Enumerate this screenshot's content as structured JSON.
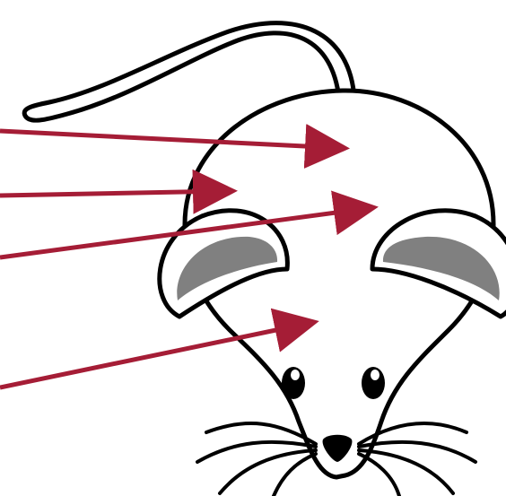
{
  "diagram": {
    "subject": "mouse-top-view",
    "colors": {
      "outline": "#000000",
      "body_fill": "#ffffff",
      "inner_ear": "#808080",
      "arrow": "#a51d36",
      "nose": "#000000"
    },
    "arrows": [
      {
        "id": "arrow-1"
      },
      {
        "id": "arrow-2"
      },
      {
        "id": "arrow-3"
      },
      {
        "id": "arrow-4"
      }
    ]
  }
}
